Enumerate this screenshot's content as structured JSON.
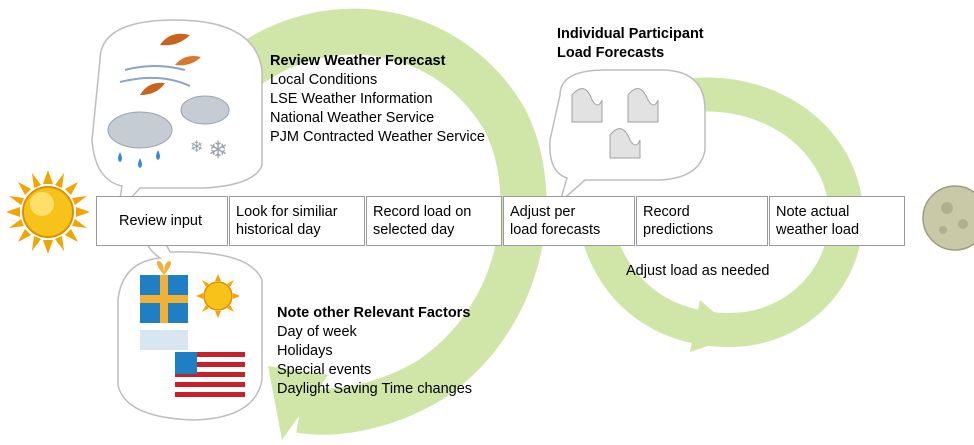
{
  "weather_forecast": {
    "title": "Review Weather Forecast",
    "items": [
      "Local Conditions",
      "LSE Weather Information",
      "National Weather Service",
      "PJM Contracted Weather Service"
    ]
  },
  "participant_forecasts": {
    "title_lines": [
      "Individual Participant",
      "Load Forecasts"
    ]
  },
  "process_steps": [
    {
      "lines": [
        "Review input"
      ]
    },
    {
      "lines": [
        "Look for similiar",
        "historical day"
      ]
    },
    {
      "lines": [
        "Record load on",
        "selected day"
      ]
    },
    {
      "lines": [
        "Adjust per",
        "load forecasts"
      ]
    },
    {
      "lines": [
        "Record",
        "predictions"
      ]
    },
    {
      "lines": [
        "Note actual",
        "weather load"
      ]
    }
  ],
  "adjust_note": "Adjust load as needed",
  "relevant_factors": {
    "title": "Note other Relevant Factors",
    "items": [
      "Day of week",
      "Holidays",
      "Special events",
      "Daylight Saving Time changes"
    ]
  },
  "icons": {
    "start": "sun-icon",
    "end": "moon-icon",
    "weather": "weather-icon",
    "load_curves": "load-curve-icon",
    "calendar": "gift-flag-icon"
  },
  "colors": {
    "arrow": "#cfe6a8",
    "sun": "#f7b500",
    "box_border": "#9a9a9a",
    "gift_blue": "#1f7fc4",
    "flag_red": "#c8202a"
  }
}
